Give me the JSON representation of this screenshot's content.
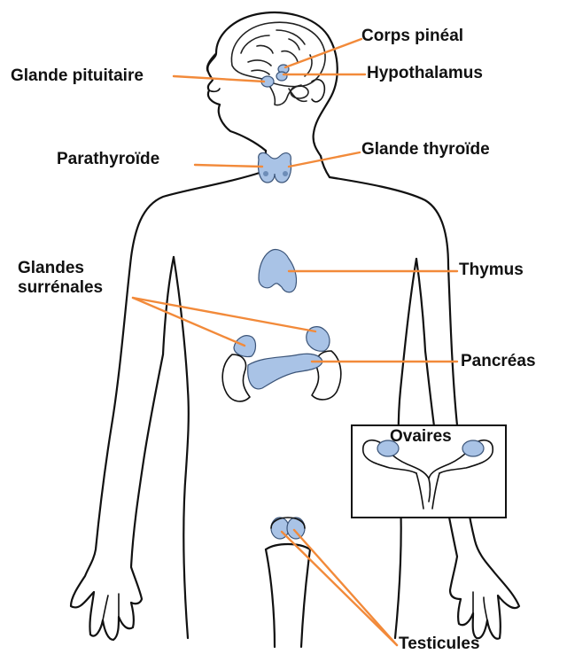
{
  "colors": {
    "leader_line": "#f28a3a",
    "gland_fill": "#a9c3e6",
    "outline": "#111111"
  },
  "labels": {
    "corps_pineal": "Corps pinéal",
    "glande_pituitaire": "Glande pituitaire",
    "hypothalamus": "Hypothalamus",
    "parathyroide": "Parathyroïde",
    "glande_thyroide": "Glande thyroïde",
    "glandes_surrenales_line1": "Glandes",
    "glandes_surrenales_line2": "surrénales",
    "thymus": "Thymus",
    "pancreas": "Pancréas",
    "ovaires": "Ovaires",
    "testicules": "Testicules"
  }
}
